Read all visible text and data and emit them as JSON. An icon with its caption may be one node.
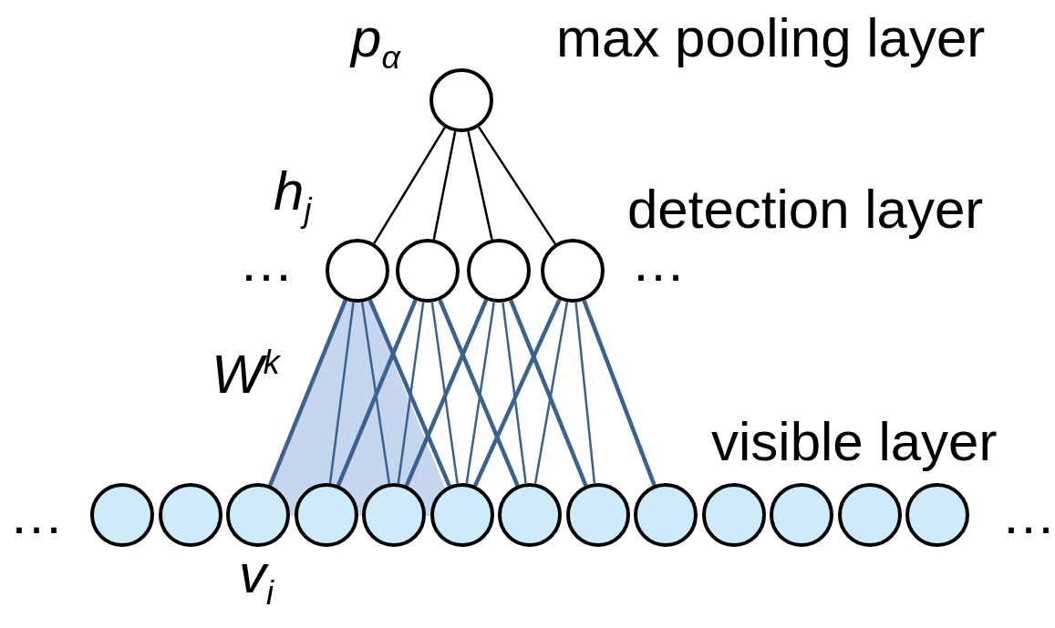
{
  "diagram": {
    "nodes": [
      {
        "text": [],
        "shape": "circle",
        "beside": [
          "p$_{α}$"
        ]
      },
      {
        "text": [],
        "shape": "circle",
        "beside": [
          "h$_{j}$"
        ]
      },
      {
        "text": [],
        "shape": "circle"
      },
      {
        "text": [],
        "shape": "circle"
      },
      {
        "text": [],
        "shape": "circle"
      },
      {
        "text": [],
        "shape": "circle"
      },
      {
        "text": [],
        "shape": "circle"
      },
      {
        "text": [],
        "shape": "circle",
        "beside": [
          "v$_{i}$"
        ]
      },
      {
        "text": [],
        "shape": "circle"
      },
      {
        "text": [],
        "shape": "circle"
      },
      {
        "text": [],
        "shape": "circle"
      },
      {
        "text": [],
        "shape": "circle"
      },
      {
        "text": [],
        "shape": "circle"
      },
      {
        "text": [],
        "shape": "circle"
      },
      {
        "text": [],
        "shape": "circle"
      },
      {
        "text": [],
        "shape": "circle"
      },
      {
        "text": [],
        "shape": "circle"
      },
      {
        "text": [],
        "shape": "circle"
      }
    ],
    "edges": [
      {
        "from": 0,
        "to": 1,
        "arrow": "none",
        "color": "#000000"
      },
      {
        "from": 0,
        "to": 2,
        "arrow": "none",
        "color": "#000000"
      },
      {
        "from": 0,
        "to": 3,
        "arrow": "none",
        "color": "#000000"
      },
      {
        "from": 0,
        "to": 4,
        "arrow": "none",
        "color": "#000000"
      },
      {
        "from": 1,
        "to": 7,
        "arrow": "none",
        "style": "thick"
      },
      {
        "from": 1,
        "to": 8,
        "arrow": "none"
      },
      {
        "from": 1,
        "to": 9,
        "arrow": "none"
      },
      {
        "from": 1,
        "to": 10,
        "arrow": "none",
        "style": "thick"
      },
      {
        "from": 2,
        "to": 8,
        "arrow": "none",
        "style": "thick"
      },
      {
        "from": 2,
        "to": 9,
        "arrow": "none"
      },
      {
        "from": 2,
        "to": 10,
        "arrow": "none"
      },
      {
        "from": 2,
        "to": 11,
        "arrow": "none",
        "style": "thick"
      },
      {
        "from": 3,
        "to": 9,
        "arrow": "none",
        "style": "thick"
      },
      {
        "from": 3,
        "to": 10,
        "arrow": "none"
      },
      {
        "from": 3,
        "to": 11,
        "arrow": "none"
      },
      {
        "from": 3,
        "to": 12,
        "arrow": "none",
        "style": "thick"
      },
      {
        "from": 4,
        "to": 10,
        "arrow": "none",
        "style": "thick"
      },
      {
        "from": 4,
        "to": 11,
        "arrow": "none"
      },
      {
        "from": 4,
        "to": 12,
        "arrow": "none"
      },
      {
        "from": 4,
        "to": 13,
        "arrow": "none",
        "style": "thick"
      }
    ],
    "labels": [
      "max pooling layer",
      "detection layer",
      "…",
      "…",
      "W$^{k}$",
      "visible layer",
      "…",
      "…"
    ]
  }
}
